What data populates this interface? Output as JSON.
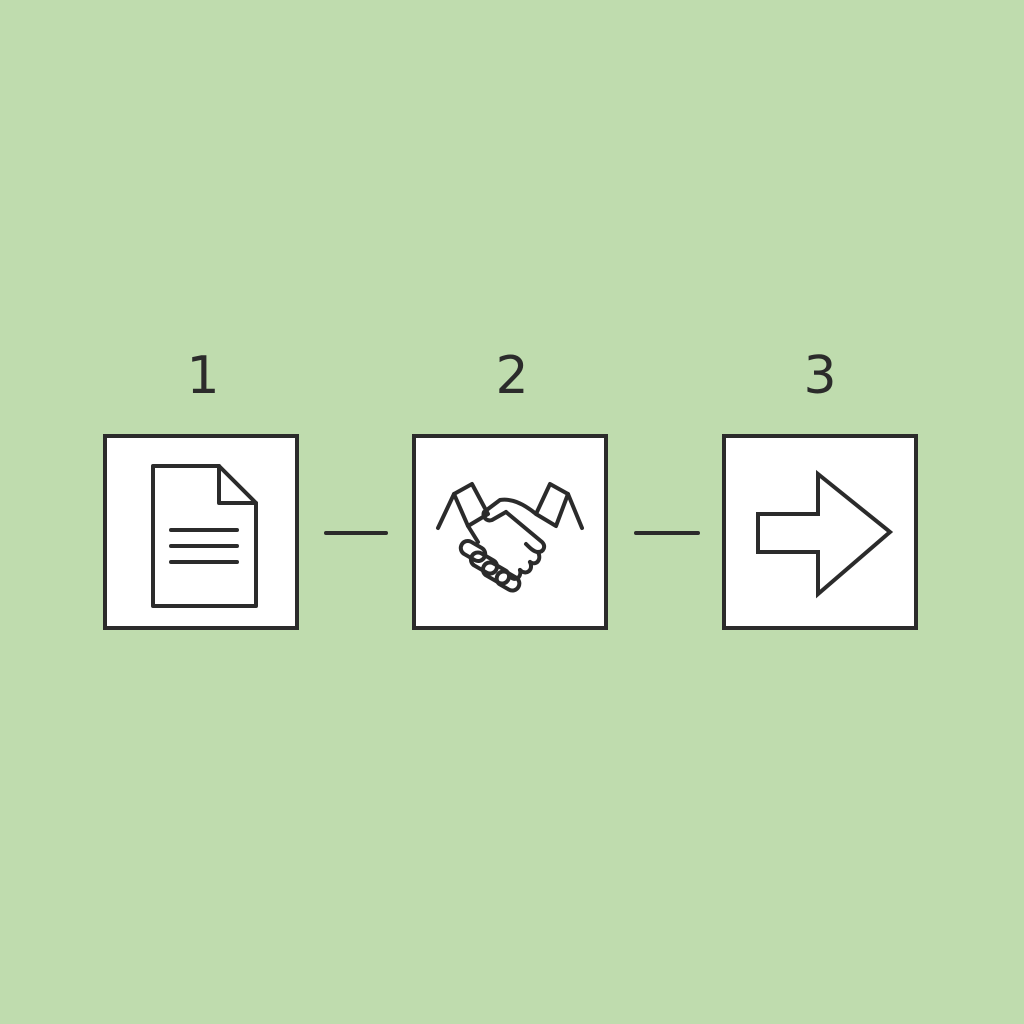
{
  "colors": {
    "background": "#bfdcae",
    "stroke": "#2b2b2b",
    "box_fill": "#ffffff"
  },
  "steps": [
    {
      "number": "1",
      "icon": "document-icon"
    },
    {
      "number": "2",
      "icon": "handshake-icon"
    },
    {
      "number": "3",
      "icon": "arrow-right-icon"
    }
  ]
}
